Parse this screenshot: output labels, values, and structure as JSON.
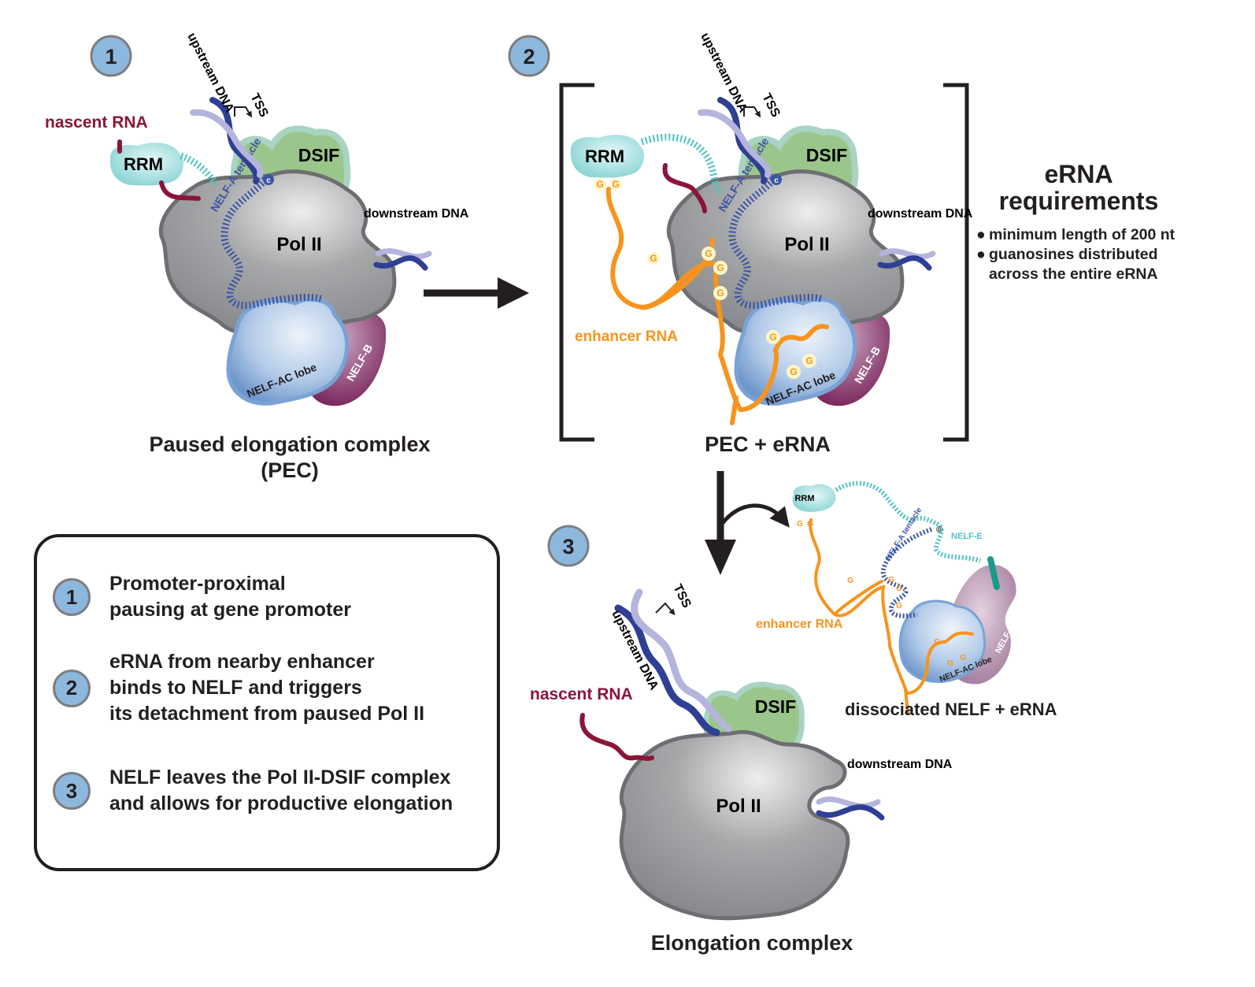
{
  "panels": {
    "step1": {
      "badge": "1",
      "labels": {
        "nascent_rna": "nascent RNA",
        "upstream_dna": "upstream DNA",
        "tss": "TSS",
        "rrm": "RRM",
        "dsif": "DSIF",
        "pol2": "Pol II",
        "nelf_a_tentacle": "NELF-A tentacle",
        "c_terminus": "c",
        "downstream_dna": "downstream DNA",
        "nelf_ac_lobe": "NELF-AC lobe",
        "nelf_b": "NELF-B"
      },
      "caption_line1": "Paused elongation complex",
      "caption_line2": "(PEC)"
    },
    "step2": {
      "badge": "2",
      "labels": {
        "upstream_dna": "upstream DNA",
        "tss": "TSS",
        "rrm": "RRM",
        "dsif": "DSIF",
        "pol2": "Pol II",
        "nelf_a_tentacle": "NELF-A tentacle",
        "c_terminus": "c",
        "downstream_dna": "downstream DNA",
        "enhancer_rna": "enhancer RNA",
        "nelf_ac_lobe": "NELF-AC lobe",
        "nelf_b": "NELF-B",
        "guanosine": "G"
      },
      "caption": "PEC + eRNA"
    },
    "step3": {
      "badge": "3",
      "labels": {
        "nascent_rna": "nascent RNA",
        "upstream_dna": "upstream DNA",
        "tss": "TSS",
        "dsif": "DSIF",
        "pol2": "Pol II",
        "downstream_dna": "downstream DNA"
      },
      "caption": "Elongation complex"
    },
    "dissociated": {
      "labels": {
        "rrm": "RRM",
        "nelf_a_tentacle": "NELF-A tentacle",
        "nelf_e": "NELF-E",
        "c_terminus": "©",
        "enhancer_rna": "enhancer RNA",
        "nelf_ac_lobe": "NELF-AC lobe",
        "nelf_b": "NELF-B",
        "guanosine": "G"
      },
      "caption": "dissociated NELF + eRNA"
    }
  },
  "requirements": {
    "title_line1": "eRNA",
    "title_line2": "requirements",
    "bullet": "●",
    "items": [
      {
        "line1": "minimum length of 200 nt",
        "line2": ""
      },
      {
        "line1": "guanosines distributed",
        "line2": "across the entire eRNA"
      }
    ]
  },
  "legend": {
    "items": [
      {
        "badge": "1",
        "lines": [
          "Promoter-proximal",
          "pausing at gene promoter"
        ]
      },
      {
        "badge": "2",
        "lines": [
          "eRNA from nearby enhancer",
          "binds to NELF and triggers",
          "its detachment from paused Pol II"
        ]
      },
      {
        "badge": "3",
        "lines": [
          "NELF leaves the Pol II-DSIF complex",
          "and allows for productive elongation"
        ]
      }
    ]
  },
  "colors": {
    "pol2": "#8c8d8f",
    "pol2_outline": "#6d6e71",
    "dsif": "#9bc68b",
    "dsif_outline": "#a9d3c2",
    "rrm": "#8fd6d6",
    "nelf_e_linker": "#4fc3c3",
    "nelf_a_tentacle": "#3b55a4",
    "dna_strand_dark": "#2e3f94",
    "dna_strand_light": "#b4b4dc",
    "nascent_rna": "#8b1538",
    "enhancer_rna": "#f7941d",
    "nelf_ac": "#7aa2d4",
    "nelf_b": "#7b2a5e",
    "nelf_b_dissociated": "#a27b9c",
    "badge_fill": "#8db8de",
    "text": "#231f20"
  }
}
